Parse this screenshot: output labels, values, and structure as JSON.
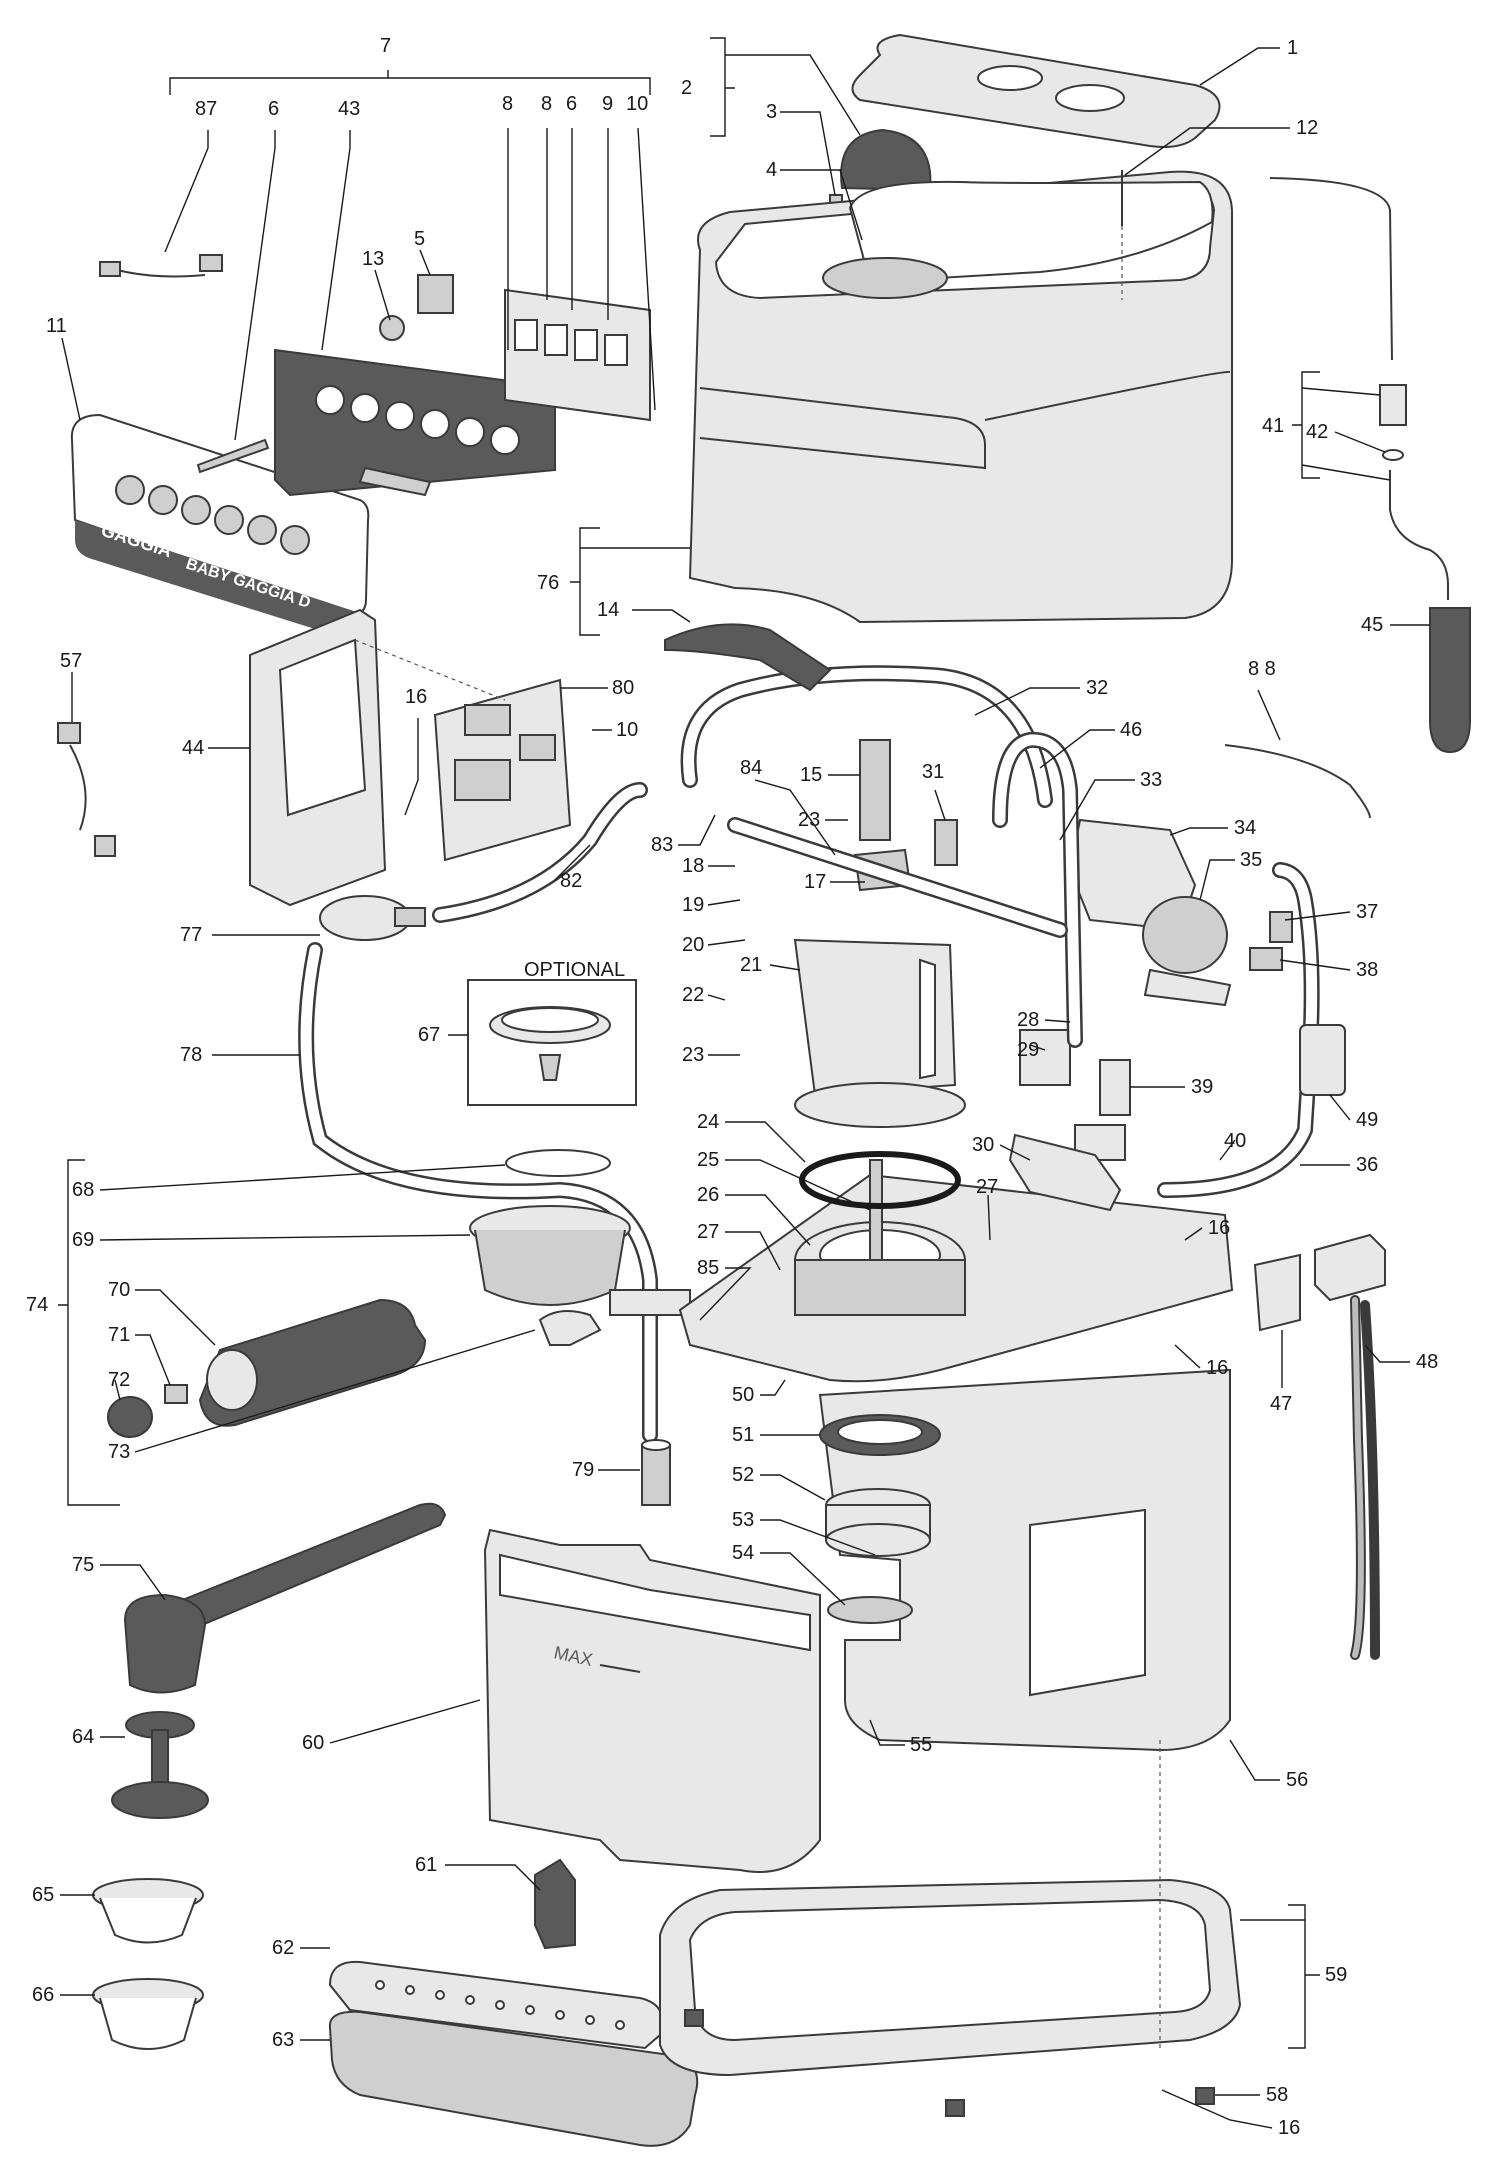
{
  "diagram": {
    "optional_label": "OPTIONAL",
    "front_panel_brand": "GAGGIA",
    "front_panel_model": "BABY GAGGIA D",
    "tank_max_mark": "MAX",
    "callouts": [
      {
        "id": "c7",
        "text": "7"
      },
      {
        "id": "c87",
        "text": "87"
      },
      {
        "id": "c6a",
        "text": "6"
      },
      {
        "id": "c43",
        "text": "43"
      },
      {
        "id": "c8a",
        "text": "8"
      },
      {
        "id": "c8b",
        "text": "8"
      },
      {
        "id": "c6b",
        "text": "6"
      },
      {
        "id": "c9",
        "text": "9"
      },
      {
        "id": "c10a",
        "text": "10"
      },
      {
        "id": "c2",
        "text": "2"
      },
      {
        "id": "c3",
        "text": "3"
      },
      {
        "id": "c4",
        "text": "4"
      },
      {
        "id": "c1",
        "text": "1"
      },
      {
        "id": "c12",
        "text": "12"
      },
      {
        "id": "c13",
        "text": "13"
      },
      {
        "id": "c5",
        "text": "5"
      },
      {
        "id": "c11",
        "text": "11"
      },
      {
        "id": "c76",
        "text": "76"
      },
      {
        "id": "c14",
        "text": "14"
      },
      {
        "id": "c41",
        "text": "41"
      },
      {
        "id": "c42",
        "text": "42"
      },
      {
        "id": "c45",
        "text": "45"
      },
      {
        "id": "c57",
        "text": "57"
      },
      {
        "id": "c44",
        "text": "44"
      },
      {
        "id": "c16a",
        "text": "16"
      },
      {
        "id": "c80",
        "text": "80"
      },
      {
        "id": "c10b",
        "text": "10"
      },
      {
        "id": "c32",
        "text": "32"
      },
      {
        "id": "c88",
        "text": "8 8"
      },
      {
        "id": "c46",
        "text": "46"
      },
      {
        "id": "c33",
        "text": "33"
      },
      {
        "id": "c15",
        "text": "15"
      },
      {
        "id": "c31",
        "text": "31"
      },
      {
        "id": "c84",
        "text": "84"
      },
      {
        "id": "c23a",
        "text": "23"
      },
      {
        "id": "c83",
        "text": "83"
      },
      {
        "id": "c34",
        "text": "34"
      },
      {
        "id": "c82",
        "text": "82"
      },
      {
        "id": "c18",
        "text": "18"
      },
      {
        "id": "c19",
        "text": "19"
      },
      {
        "id": "c17",
        "text": "17"
      },
      {
        "id": "c35",
        "text": "35"
      },
      {
        "id": "c37",
        "text": "37"
      },
      {
        "id": "c77",
        "text": "77"
      },
      {
        "id": "c20",
        "text": "20"
      },
      {
        "id": "c38",
        "text": "38"
      },
      {
        "id": "c21",
        "text": "21"
      },
      {
        "id": "c22",
        "text": "22"
      },
      {
        "id": "c67",
        "text": "67"
      },
      {
        "id": "c28",
        "text": "28"
      },
      {
        "id": "c78",
        "text": "78"
      },
      {
        "id": "c23b",
        "text": "23"
      },
      {
        "id": "c29",
        "text": "29"
      },
      {
        "id": "c39",
        "text": "39"
      },
      {
        "id": "c24",
        "text": "24"
      },
      {
        "id": "c40",
        "text": "40"
      },
      {
        "id": "c49",
        "text": "49"
      },
      {
        "id": "c30",
        "text": "30"
      },
      {
        "id": "c36",
        "text": "36"
      },
      {
        "id": "c68",
        "text": "68"
      },
      {
        "id": "c25",
        "text": "25"
      },
      {
        "id": "c27a",
        "text": "27"
      },
      {
        "id": "c26",
        "text": "26"
      },
      {
        "id": "c16b",
        "text": "16"
      },
      {
        "id": "c69",
        "text": "69"
      },
      {
        "id": "c27b",
        "text": "27"
      },
      {
        "id": "c85",
        "text": "85"
      },
      {
        "id": "c74",
        "text": "74"
      },
      {
        "id": "c70",
        "text": "70"
      },
      {
        "id": "c16c",
        "text": "16"
      },
      {
        "id": "c48",
        "text": "48"
      },
      {
        "id": "c71",
        "text": "71"
      },
      {
        "id": "c47",
        "text": "47"
      },
      {
        "id": "c72",
        "text": "72"
      },
      {
        "id": "c50",
        "text": "50"
      },
      {
        "id": "c51",
        "text": "51"
      },
      {
        "id": "c73",
        "text": "73"
      },
      {
        "id": "c79",
        "text": "79"
      },
      {
        "id": "c52",
        "text": "52"
      },
      {
        "id": "c53",
        "text": "53"
      },
      {
        "id": "c75",
        "text": "75"
      },
      {
        "id": "c54",
        "text": "54"
      },
      {
        "id": "c60",
        "text": "60"
      },
      {
        "id": "c64",
        "text": "64"
      },
      {
        "id": "c55",
        "text": "55"
      },
      {
        "id": "c56",
        "text": "56"
      },
      {
        "id": "c61",
        "text": "61"
      },
      {
        "id": "c65",
        "text": "65"
      },
      {
        "id": "c62",
        "text": "62"
      },
      {
        "id": "c59",
        "text": "59"
      },
      {
        "id": "c66",
        "text": "66"
      },
      {
        "id": "c63",
        "text": "63"
      },
      {
        "id": "c58",
        "text": "58"
      },
      {
        "id": "c16d",
        "text": "16"
      }
    ]
  }
}
